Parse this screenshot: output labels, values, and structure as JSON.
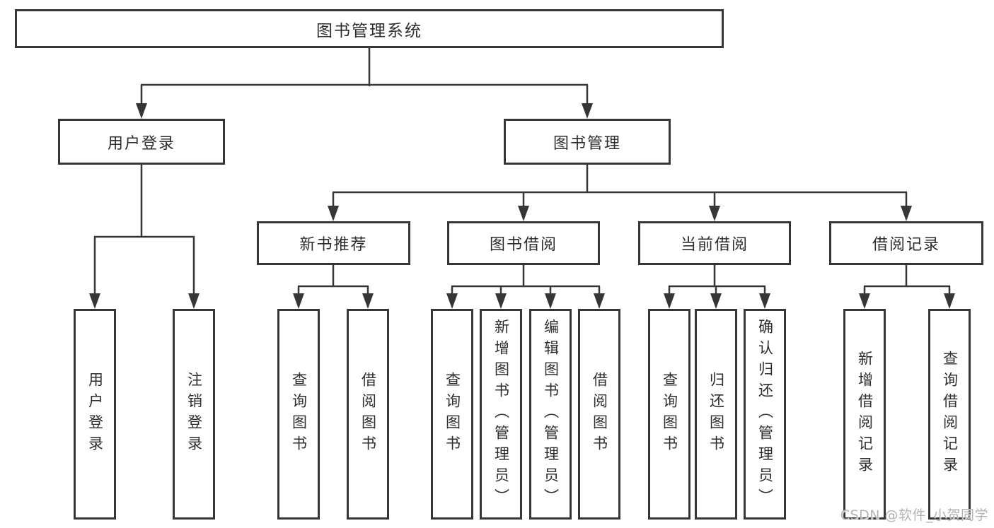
{
  "diagram": {
    "root": {
      "label": "图书管理系统"
    },
    "level2": {
      "user_login": {
        "label": "用户登录"
      },
      "book_management": {
        "label": "图书管理"
      }
    },
    "level3": {
      "new_book_recommend": {
        "label": "新书推荐"
      },
      "book_borrow": {
        "label": "图书借阅"
      },
      "current_borrow": {
        "label": "当前借阅"
      },
      "borrow_records": {
        "label": "借阅记录"
      }
    },
    "leaves": {
      "user_login": {
        "label": "用户登录"
      },
      "logout_login": {
        "label": "注销登录"
      },
      "query_books_recommend": {
        "label": "查询图书"
      },
      "borrow_books_recommend": {
        "label": "借阅图书"
      },
      "query_books_borrow": {
        "label": "查询图书"
      },
      "add_books_admin": {
        "label": "新增图书（管理员）"
      },
      "edit_books_admin": {
        "label": "编辑图书（管理员）"
      },
      "borrow_books_borrow": {
        "label": "借阅图书"
      },
      "query_books_current": {
        "label": "查询图书"
      },
      "return_books": {
        "label": "归还图书"
      },
      "confirm_return_admin": {
        "label": "确认归还（管理员）"
      },
      "add_borrow_record": {
        "label": "新增借阅记录"
      },
      "query_borrow_record": {
        "label": "查询借阅记录"
      }
    },
    "watermark": "CSDN @软件_小贺同学",
    "colors": {
      "line": "#363636",
      "text": "#2d2d2d",
      "watermark": "#b3b3b3",
      "background": "#ffffff"
    }
  }
}
